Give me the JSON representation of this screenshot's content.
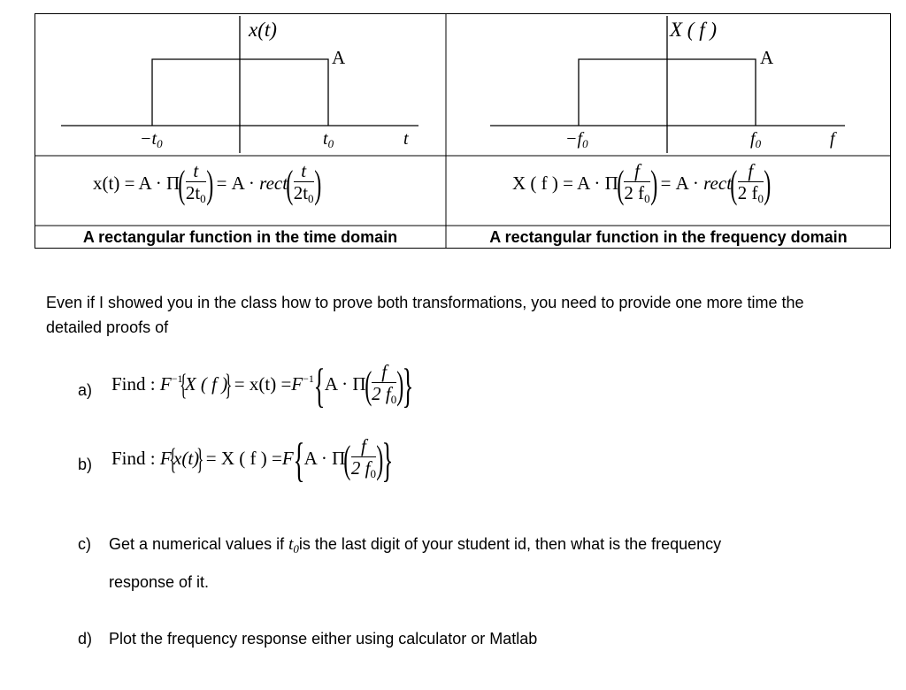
{
  "table": {
    "left_plot": {
      "y_label": "x(t)",
      "amplitude_label": "A",
      "tick_neg": "−t",
      "tick_neg_sub": "0",
      "tick_pos": "t",
      "tick_pos_sub": "0",
      "axis_label": "t"
    },
    "right_plot": {
      "y_label": "X ( f )",
      "amplitude_label": "A",
      "tick_neg": "−f",
      "tick_neg_sub": "0",
      "tick_pos": "f",
      "tick_pos_sub": "0",
      "axis_label": "f"
    },
    "left_formula": {
      "lhs": "x(t) = A · Π",
      "num": "t",
      "den": "2t",
      "den_sub": "0",
      "mid": "= A ·",
      "rect": "rect",
      "num2": "t",
      "den2": "2t",
      "den2_sub": "0"
    },
    "right_formula": {
      "lhs": "X ( f ) = A · Π",
      "num": "f",
      "den": "2 f",
      "den_sub": "0",
      "mid": "= A ·",
      "rect": "rect",
      "num2": "f",
      "den2": "2 f",
      "den2_sub": "0"
    },
    "left_caption": "A rectangular function in the time domain",
    "right_caption": "A rectangular function in the frequency domain"
  },
  "intro": "Even if I showed you in the class how to prove both transformations, you need to provide one more time the detailed proofs of",
  "items": {
    "a": {
      "label": "a)",
      "find": "Find :",
      "expr1": "F",
      "expr1_sup": "−1",
      "brace_inner": "X ( f )",
      "eq": "= x(t) =",
      "expr2": "F",
      "expr2_sup": "−1",
      "ai": "A · Π",
      "num": "f",
      "den": "2 f",
      "den_sub": "0"
    },
    "b": {
      "label": "b)",
      "find": "Find :",
      "expr1": "F",
      "brace_inner": "x(t)",
      "eq": "= X ( f ) =",
      "expr2": "F",
      "ai": "A · Π",
      "num": "f",
      "den": "2 f",
      "den_sub": "0"
    },
    "c": {
      "label": "c)",
      "text_before": "Get a numerical values if",
      "var": "t",
      "var_sub": "0",
      "text_after": "is the last digit of your student id, then what is the frequency",
      "line2": "response of it."
    },
    "d": {
      "label": "d)",
      "text": "Plot the frequency response either using calculator or Matlab"
    }
  }
}
